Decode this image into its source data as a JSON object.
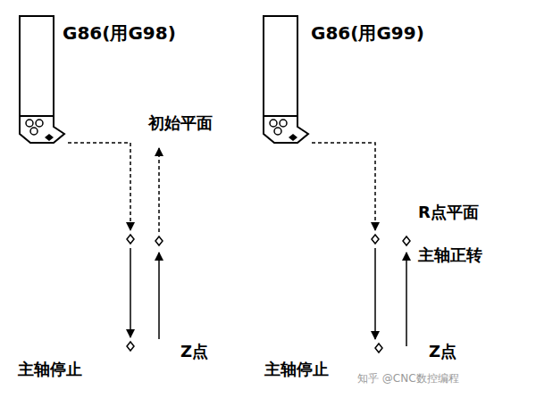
{
  "diagram": {
    "labels": [
      "G86(用G98)",
      "初始平面",
      "主轴停止",
      "Z点",
      "G86(用G99)",
      "R点平面",
      "主轴正转",
      "主轴停止",
      "Z点",
      "知乎 @CNC数控编程"
    ]
  }
}
